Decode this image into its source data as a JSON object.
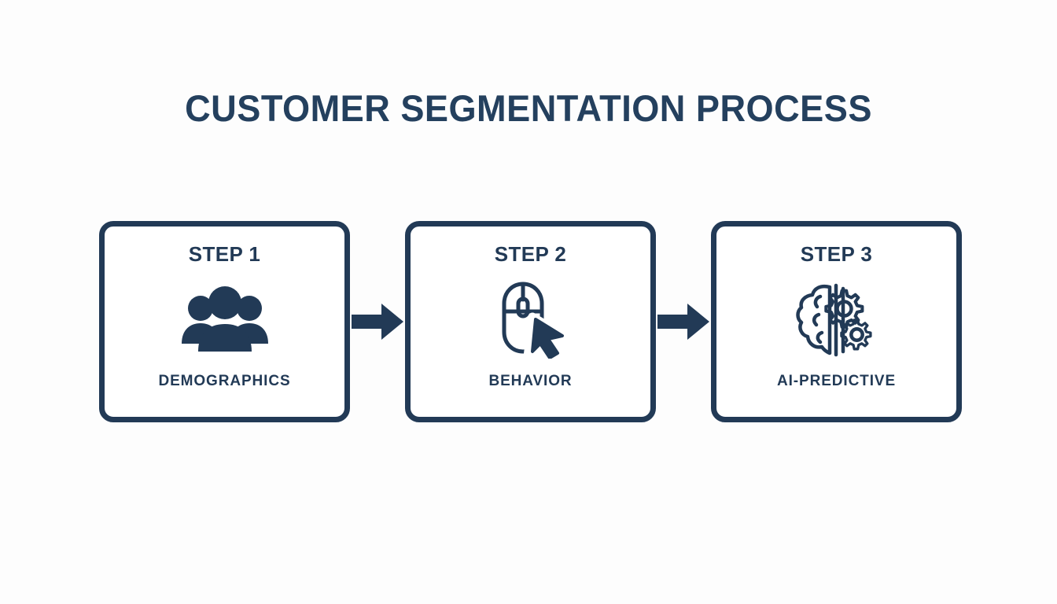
{
  "slide": {
    "title": "CUSTOMER SEGMENTATION PROCESS",
    "background_color": "#fdfdfd",
    "accent_color": "#223a56"
  },
  "flow": {
    "steps": [
      {
        "step_label": "STEP 1",
        "name_label": "DEMOGRAPHICS",
        "icon": "people-group-icon"
      },
      {
        "step_label": "STEP 2",
        "name_label": "BEHAVIOR",
        "icon": "mouse-cursor-icon"
      },
      {
        "step_label": "STEP 3",
        "name_label": "AI-PREDICTIVE",
        "icon": "brain-gears-icon"
      }
    ],
    "connectors": [
      {
        "icon": "arrow-right-icon"
      },
      {
        "icon": "arrow-right-icon"
      }
    ]
  }
}
